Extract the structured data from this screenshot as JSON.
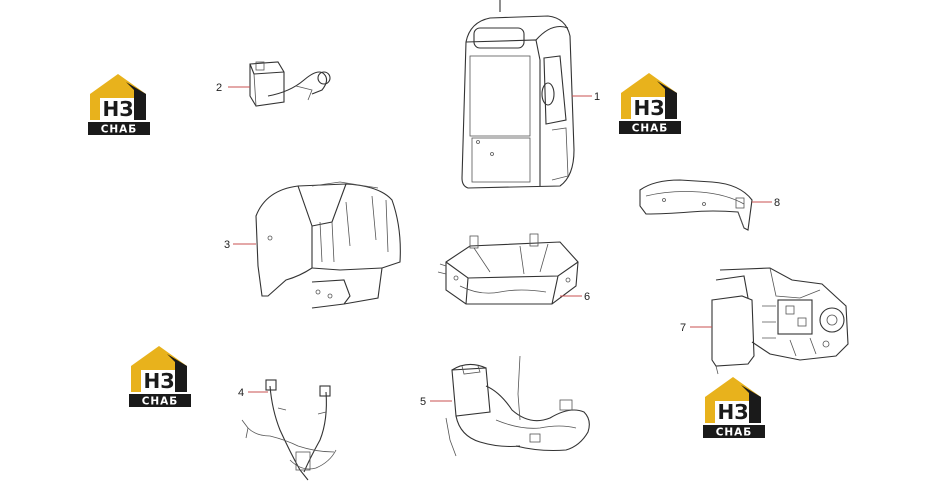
{
  "logo": {
    "mark": "НЗ",
    "caption": "СНАБ",
    "colors": {
      "gold": "#e8b21c",
      "dark": "#1a1a1a",
      "white": "#ffffff"
    }
  },
  "parts": [
    {
      "number": "1"
    },
    {
      "number": "2"
    },
    {
      "number": "3"
    },
    {
      "number": "4"
    },
    {
      "number": "5"
    },
    {
      "number": "6"
    },
    {
      "number": "7"
    },
    {
      "number": "8"
    }
  ]
}
